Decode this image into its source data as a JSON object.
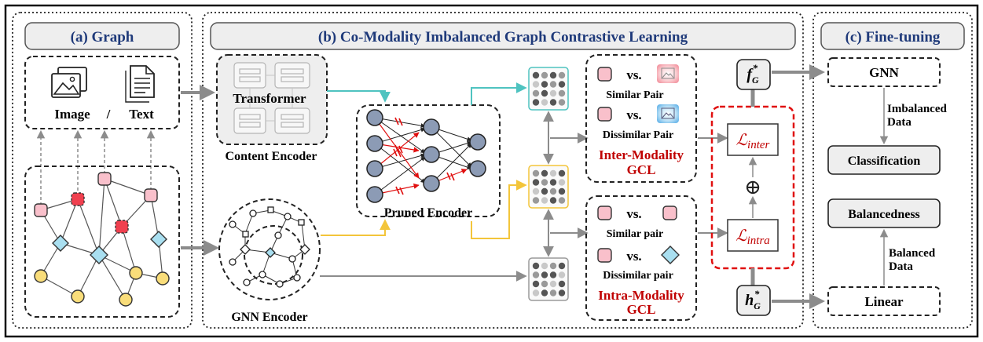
{
  "panels": {
    "graph_title": "(a) Graph",
    "gcl_title": "(b) Co-Modality Imbalanced Graph Contrastive Learning",
    "finetune_title": "(c) Fine-tuning"
  },
  "graph": {
    "image_label": "Image",
    "slash": "/",
    "text_label": "Text"
  },
  "encoders": {
    "transformer_label": "Transformer",
    "content_encoder_label": "Content Encoder",
    "pruned_encoder_label": "Pruned Encoder",
    "gnn_encoder_label": "GNN Encoder"
  },
  "contrast": {
    "vs_label": "vs.",
    "similar_pair_upper": "Similar Pair",
    "dissimilar_pair_upper": "Dissimilar Pair",
    "inter_title_1": "Inter-Modality",
    "inter_title_2": "GCL",
    "similar_pair_lower": "Similar pair",
    "dissimilar_pair_lower": "Dissimilar pair",
    "intra_title_1": "Intra-Modality",
    "intra_title_2": "GCL"
  },
  "losses": {
    "symbol": "ℒ",
    "inter_sub": "inter",
    "intra_sub": "intra",
    "plus": "⊕"
  },
  "embeddings": {
    "f_base": "f",
    "h_base": "h",
    "sub": "G",
    "sup": "*"
  },
  "finetune": {
    "gnn_label": "GNN",
    "imbalanced_1": "Imbalanced",
    "imbalanced_2": "Data",
    "classification_label": "Classification",
    "balancedness_label": "Balancedness",
    "balanced_1": "Balanced",
    "balanced_2": "Data",
    "linear_label": "Linear"
  },
  "colors": {
    "navy": "#1f3a7a",
    "red": "#c00000",
    "teal": "#4fc3c0",
    "yellow_arrow": "#f3c53a",
    "node_pink": "#f9c0cb",
    "node_red": "#f0404f",
    "node_blue": "#a9dff0",
    "node_yellow": "#f9dd7a",
    "gray_arrow": "#8c8c8c",
    "panel_fill": "#eeeeee"
  },
  "icons": [
    "image-icon",
    "document-icon",
    "transformer-icon",
    "neural-network-icon",
    "gnn-icon",
    "matrix-icon"
  ]
}
